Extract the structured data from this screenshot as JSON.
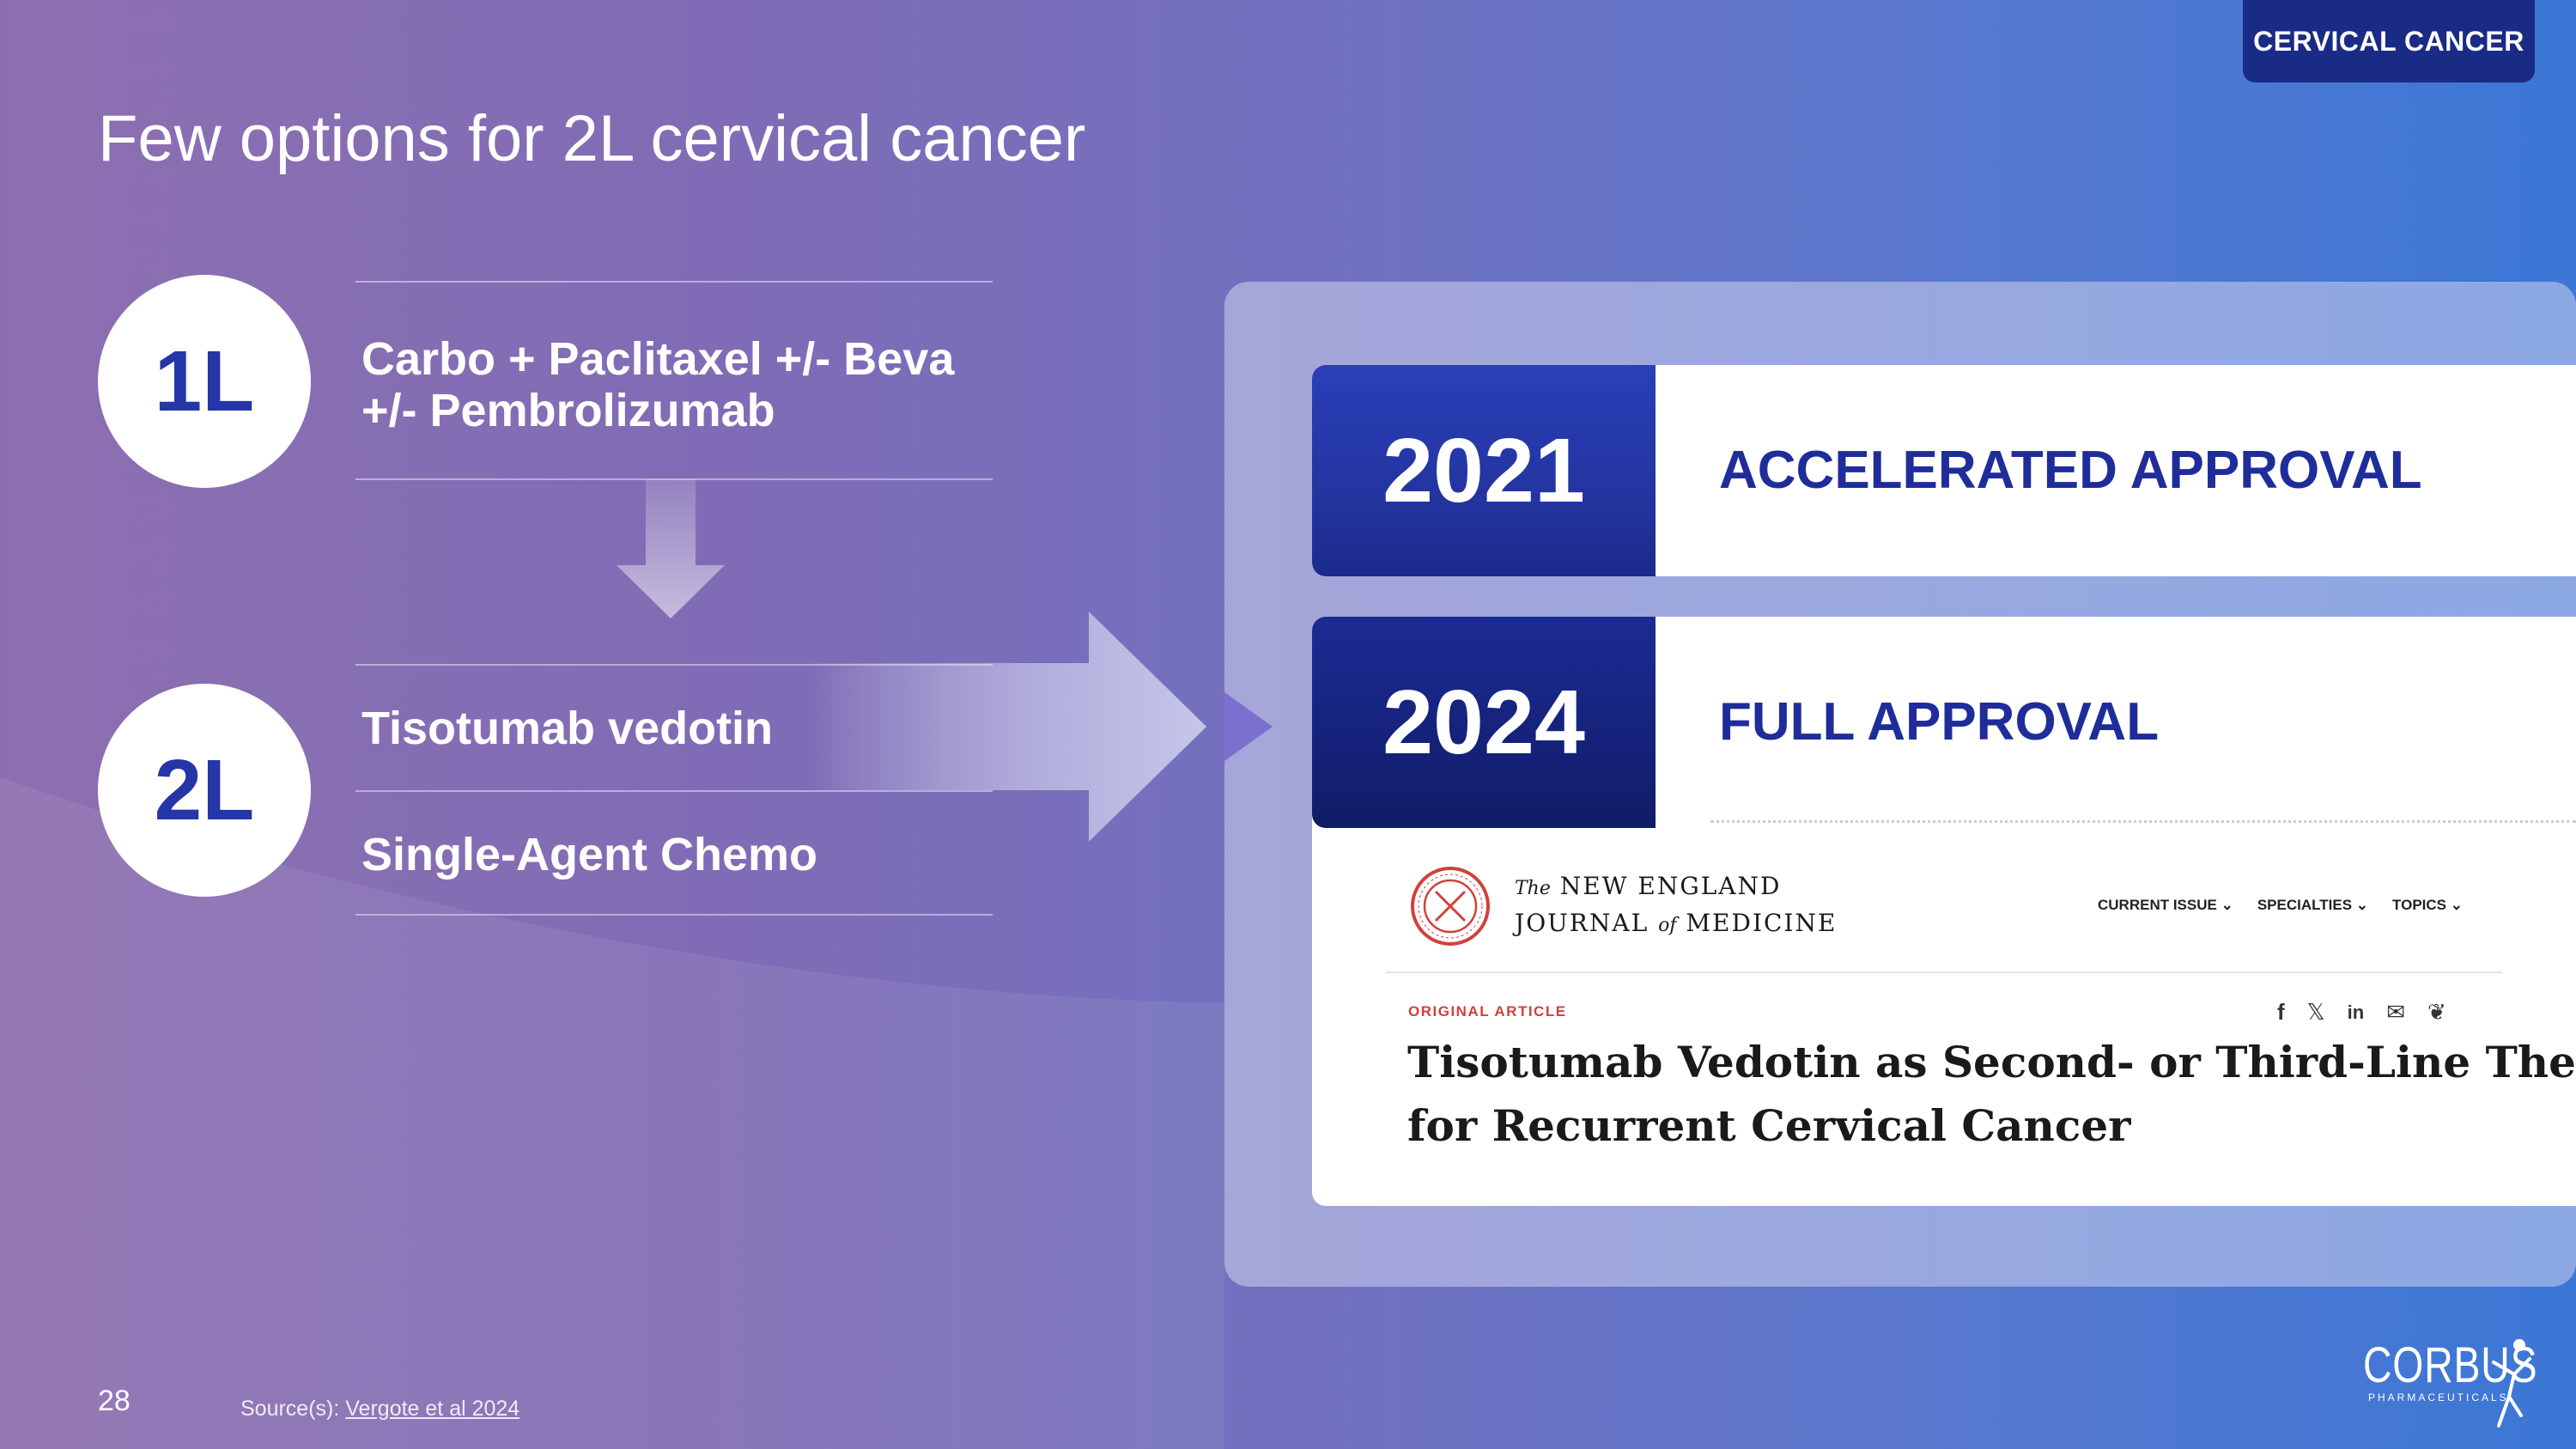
{
  "header": {
    "section_tag": "CERVICAL CANCER",
    "title": "Few options for 2L cervical cancer"
  },
  "lines": {
    "first": {
      "label": "1L",
      "regimen_line1": "Carbo + Paclitaxel +/- Beva",
      "regimen_line2": "+/- Pembrolizumab"
    },
    "second": {
      "label": "2L",
      "option1": "Tisotumab vedotin",
      "option2": "Single-Agent Chemo"
    }
  },
  "approvals": [
    {
      "year": "2021",
      "status": "ACCELERATED APPROVAL"
    },
    {
      "year": "2024",
      "status": "FULL APPROVAL"
    }
  ],
  "journal": {
    "name_the": "The",
    "name_line1": "NEW ENGLAND",
    "name_line2_a": "JOURNAL",
    "name_line2_of": "of",
    "name_line2_b": "MEDICINE",
    "nav": [
      "CURRENT ISSUE",
      "SPECIALTIES",
      "TOPICS"
    ],
    "article_type": "ORIGINAL ARTICLE",
    "article_title_line1": "Tisotumab Vedotin as Second- or Third-Line Therapy",
    "article_title_line2": "for Recurrent Cervical Cancer",
    "share_icons": [
      "facebook-icon",
      "x-icon",
      "linkedin-icon",
      "email-icon",
      "bluesky-icon"
    ]
  },
  "footer": {
    "page_number": "28",
    "source_prefix": "Source(s):",
    "source_link": "Vergote et al 2024",
    "logo_text": "CORBUS",
    "logo_sub": "PHARMACEUTICALS"
  },
  "colors": {
    "accent_blue": "#1f2d9a",
    "year_2021_bg": "#2437b0",
    "year_2024_bg": "#15237a",
    "tag_bg": "#1a2b86",
    "nejm_red": "#d0413a"
  }
}
